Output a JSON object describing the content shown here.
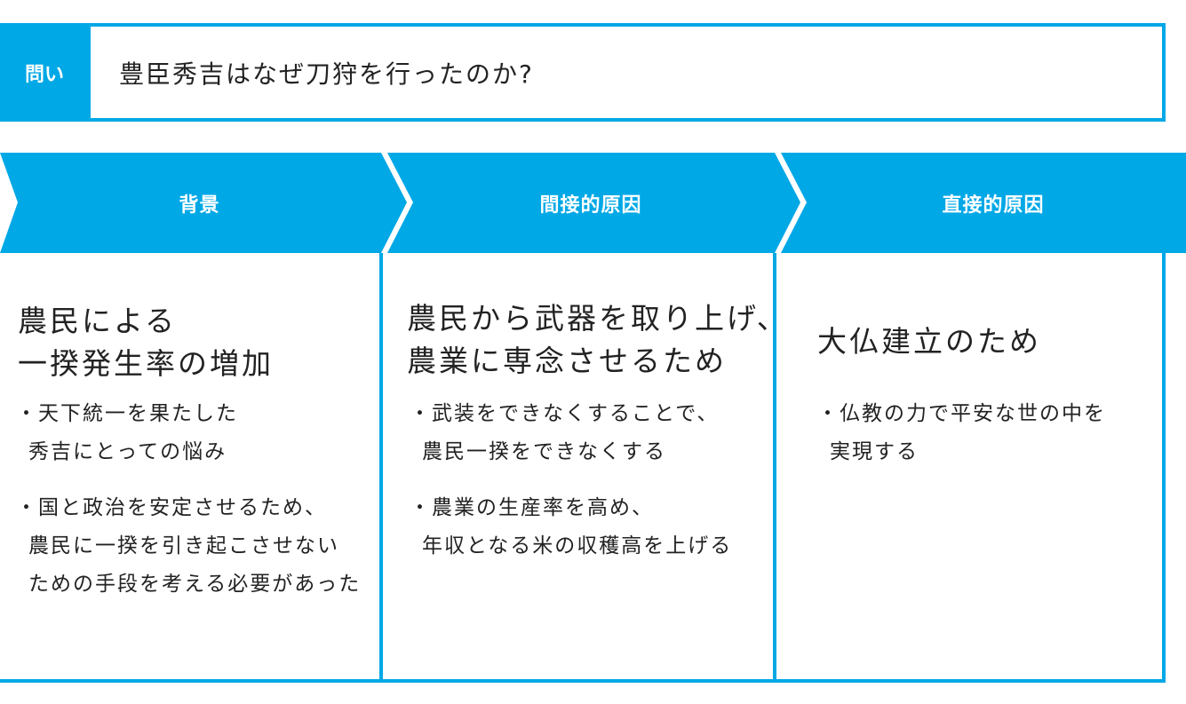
{
  "question": {
    "label": "問い",
    "text": "豊臣秀吉はなぜ刀狩を行ったのか?"
  },
  "colors": {
    "accent": "#00a8e6",
    "text": "#222222",
    "background": "#ffffff"
  },
  "columns": [
    {
      "header": "背景",
      "heading_lines": [
        "農民による",
        "一揆発生率の増加"
      ],
      "bullets": [
        {
          "lines": [
            "・天下統一を果たした",
            "秀吉にとっての悩み"
          ]
        },
        {
          "lines": [
            "・国と政治を安定させるため、",
            "農民に一揆を引き起こさせない",
            "ための手段を考える必要があった"
          ]
        }
      ]
    },
    {
      "header": "間接的原因",
      "heading_lines": [
        "農民から武器を取り上げ、",
        "農業に専念させるため"
      ],
      "bullets": [
        {
          "lines": [
            "・武装をできなくすることで、",
            "農民一揆をできなくする"
          ]
        },
        {
          "lines": [
            "・農業の生産率を高め、",
            "年収となる米の収穫高を上げる"
          ]
        }
      ]
    },
    {
      "header": "直接的原因",
      "heading_lines": [
        "大仏建立のため"
      ],
      "bullets": [
        {
          "lines": [
            "・仏教の力で平安な世の中を",
            "実現する"
          ]
        }
      ]
    }
  ]
}
